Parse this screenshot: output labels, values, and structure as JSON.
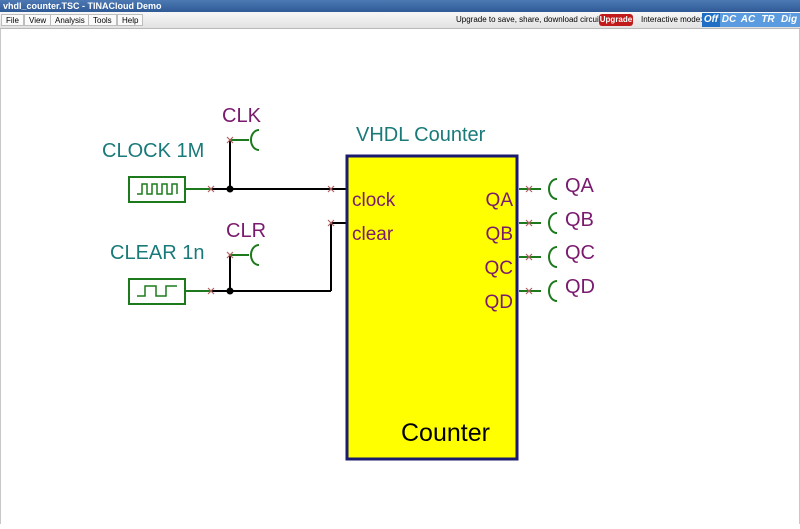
{
  "window": {
    "title": "vhdl_counter.TSC - TINACloud Demo"
  },
  "menu": {
    "items": [
      "File",
      "View",
      "Analysis",
      "Tools",
      "Help"
    ]
  },
  "toolbar": {
    "upgrade_text": "Upgrade to save, share, download circuits:",
    "upgrade_label": "Upgrade",
    "interactive_label": "Interactive mode:",
    "modes": [
      "Off",
      "DC",
      "AC",
      "TR",
      "Dig"
    ]
  },
  "schematic": {
    "clock_source_label": "CLOCK 1M",
    "clear_source_label": "CLEAR 1n",
    "clk_probe_label": "CLK",
    "clr_probe_label": "CLR",
    "block_title": "VHDL Counter",
    "block_name": "Counter",
    "inputs": [
      "clock",
      "clear"
    ],
    "outputs": [
      "QA",
      "QB",
      "QC",
      "QD"
    ],
    "output_labels": [
      "QA",
      "QB",
      "QC",
      "QD"
    ]
  },
  "colors": {
    "wire": "#000000",
    "component": "#1c7a1c",
    "block_fill": "#ffff00",
    "block_border": "#1a1a6e",
    "label_teal": "#1a7a7a",
    "label_purple": "#7a1a6e",
    "marker": "#b06060"
  }
}
